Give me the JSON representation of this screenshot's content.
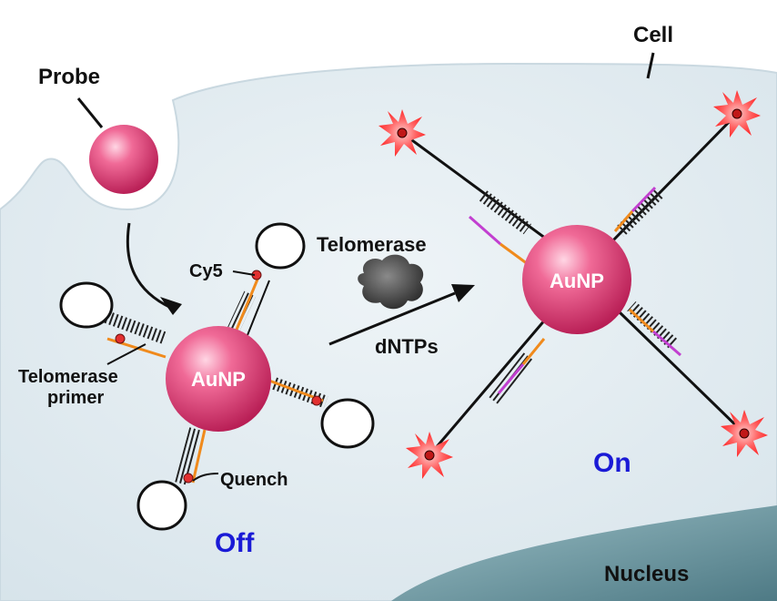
{
  "labels": {
    "cell": "Cell",
    "probe": "Probe",
    "telomerase": "Telomerase",
    "cy5": "Cy5",
    "dntps": "dNTPs",
    "telomerase_primer_line1": "Telomerase",
    "telomerase_primer_line2": "primer",
    "quench": "Quench",
    "nucleus": "Nucleus",
    "off_state": "Off",
    "on_state": "On",
    "aunp_left": "AuNP",
    "aunp_right": "AuNP"
  },
  "colors": {
    "cell_fill": "#dfe9ef",
    "nucleus_fill": "#6f9aa3",
    "nanoparticle": "#e0457a",
    "state_text": "#1a1ad6",
    "primer_strand": "#f08a1c",
    "extended_strand": "#c23fd0",
    "fluorophore": "#ff3b3b"
  },
  "icons": [
    "nanoparticle-sphere",
    "hairpin-loop",
    "fluorescence-burst",
    "enzyme-cloud",
    "reaction-arrow"
  ]
}
